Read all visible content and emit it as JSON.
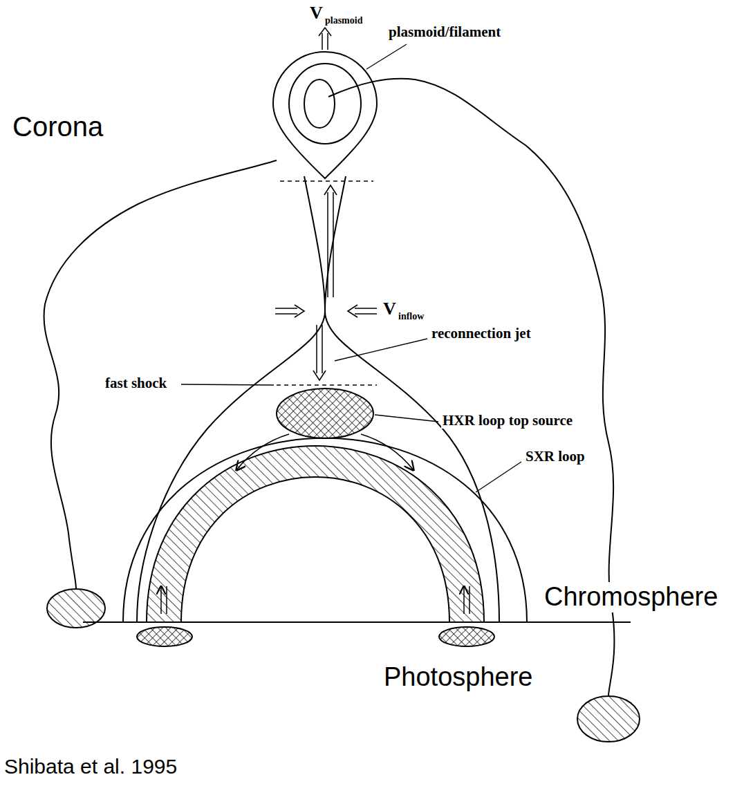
{
  "diagram": {
    "labels": [
      "V",
      "plasmoid",
      "plasmoid/filament",
      "Corona",
      "V",
      "inflow",
      "reconnection jet",
      "fast shock",
      "HXR loop top source",
      "SXR loop",
      "Chromosphere",
      "Photosphere",
      "Shibata et al. 1995"
    ]
  }
}
